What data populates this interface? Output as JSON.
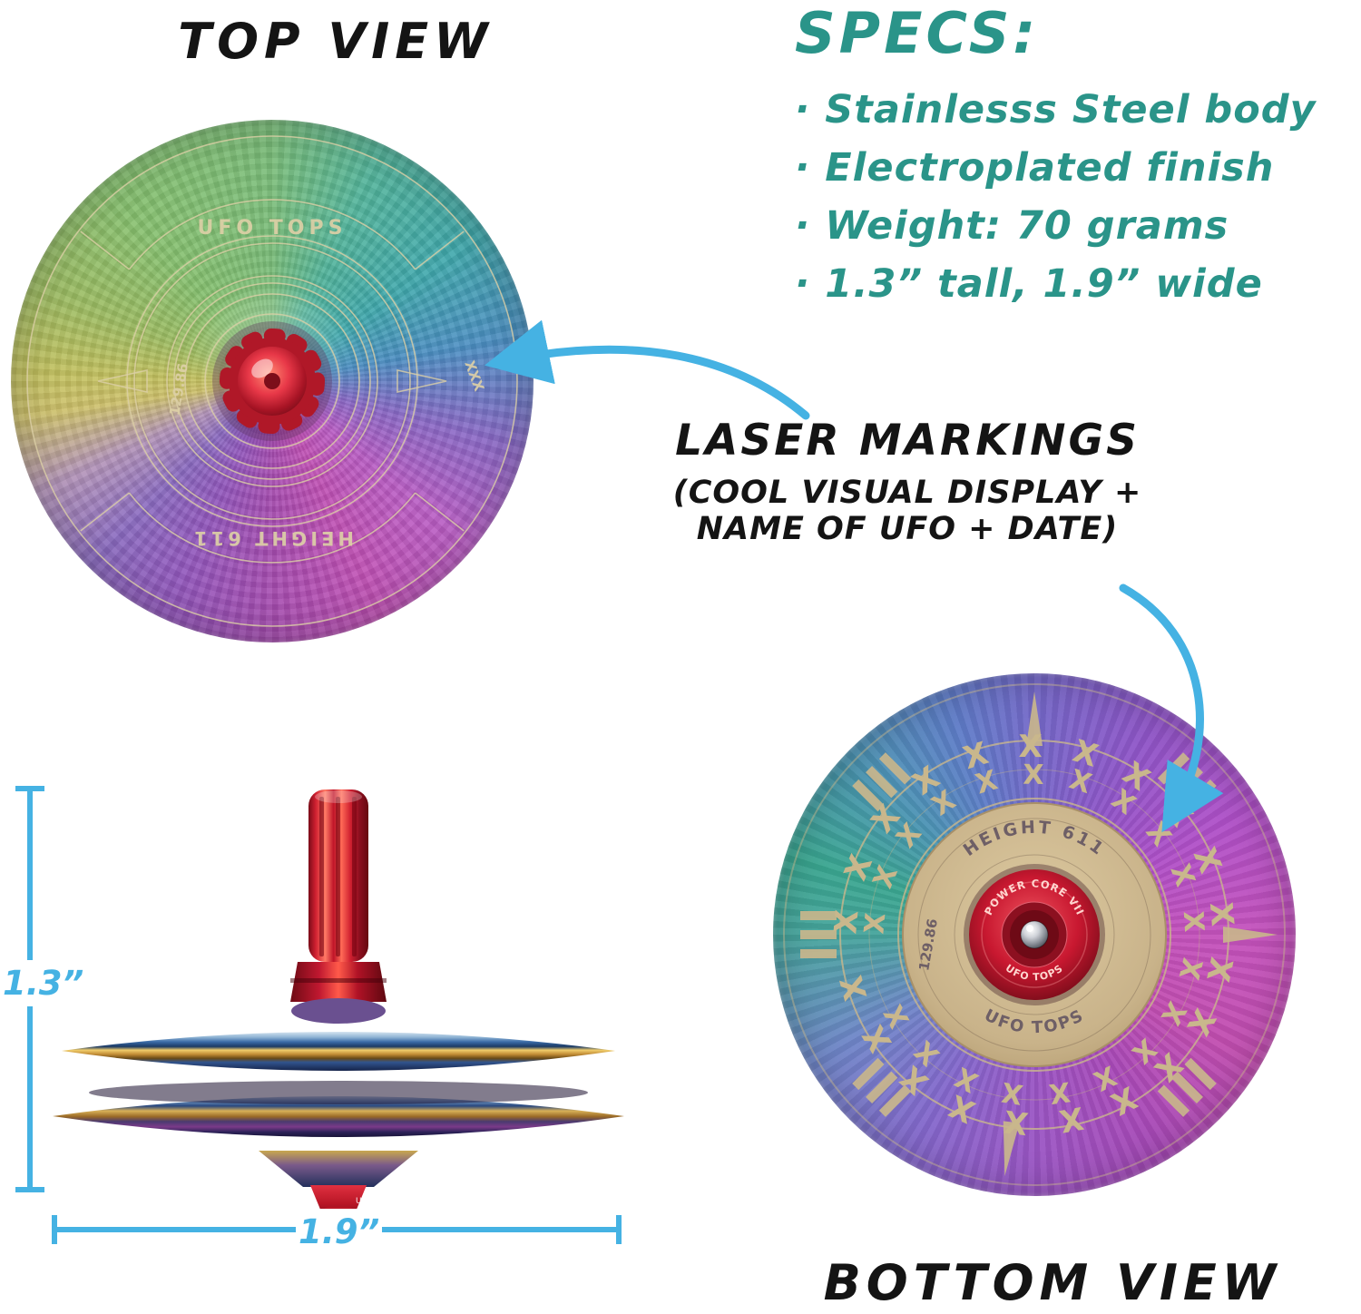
{
  "palette": {
    "teal": "#2a9489",
    "callout_blue": "#45b2e3",
    "ink": "#141414",
    "engraving_gold": "#dccfa6",
    "engraving_tan": "#c9b78c",
    "core_red": "#c81830"
  },
  "top_view": {
    "title": "TOP VIEW",
    "brand": "UFO TOPS",
    "height_mark": "HEIGHT 611",
    "serial_mark": "129.86",
    "x_mark": "XXX"
  },
  "specs": {
    "title": "SPECS:",
    "items": [
      "· Stainlesss Steel body",
      "· Electroplated finish",
      "· Weight: 70 grams",
      "· 1.3” tall, 1.9” wide"
    ]
  },
  "laser_note": {
    "line1": "LASER MARKINGS",
    "line2": "(COOL VISUAL DISPLAY +",
    "line3": "NAME OF UFO + DATE)"
  },
  "side_view": {
    "height_dim": "1.3”",
    "width_dim": "1.9”",
    "tip_mark": "UFO"
  },
  "bottom_view": {
    "title": "BOTTOM VIEW",
    "height_mark": "HEIGHT 611",
    "serial_mark": "129.86",
    "brand_mark": "UFO TOPS",
    "core_mark": "POWER CORE VII",
    "core_brand": "UFO TOPS",
    "x_ring_outer": "X X X X X X X X X X X X X X X X X X X X X X",
    "x_ring_inner": "X X X X X X X X X X X X X X X X X X X X"
  }
}
